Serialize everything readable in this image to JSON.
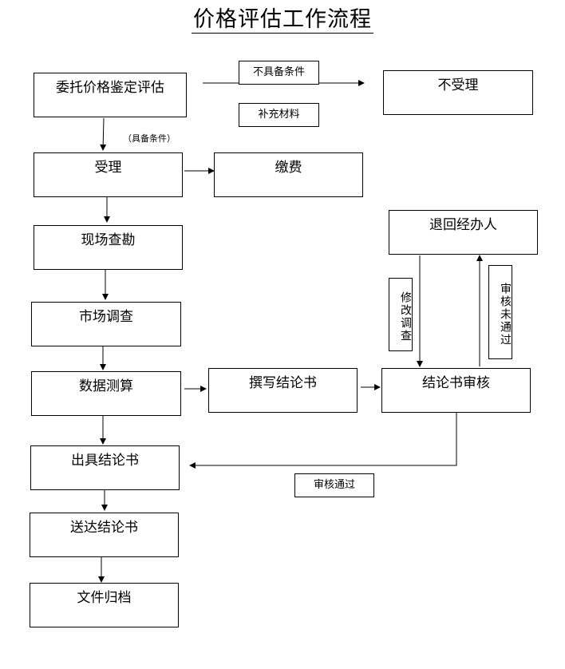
{
  "title": "价格评估工作流程",
  "nodes": {
    "entrust": "委托价格鉴定评估",
    "reject": "不受理",
    "accept": "受理",
    "payment": "缴费",
    "survey": "现场查勘",
    "market": "市场调查",
    "calc": "数据测算",
    "write": "撰写结论书",
    "review": "结论书审核",
    "return": "退回经办人",
    "issue": "出具结论书",
    "deliver": "送达结论书",
    "archive": "文件归档"
  },
  "labels": {
    "not_qualified": "不具备条件",
    "supplement": "补充材料",
    "qualified": "（具备条件）",
    "revise": "修改调查",
    "not_passed": "审核未通过",
    "passed": "审核通过"
  }
}
